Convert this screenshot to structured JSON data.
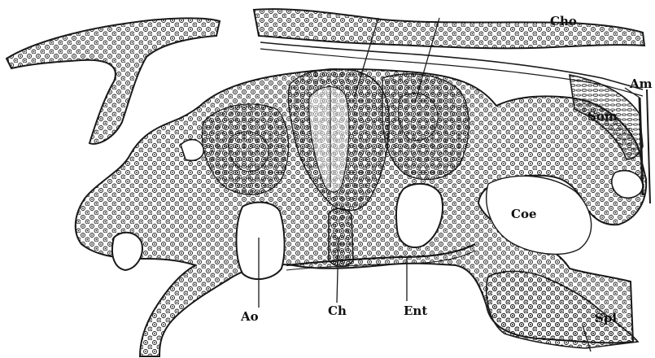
{
  "labels": {
    "cho": "Cho",
    "am": "Am",
    "som": "Som",
    "coe": "Coe",
    "spl": "Spl",
    "ao": "Ao",
    "ch": "Ch",
    "ent": "Ent"
  },
  "colors": {
    "ink": "#1a1a1a",
    "paper": "#ffffff"
  }
}
